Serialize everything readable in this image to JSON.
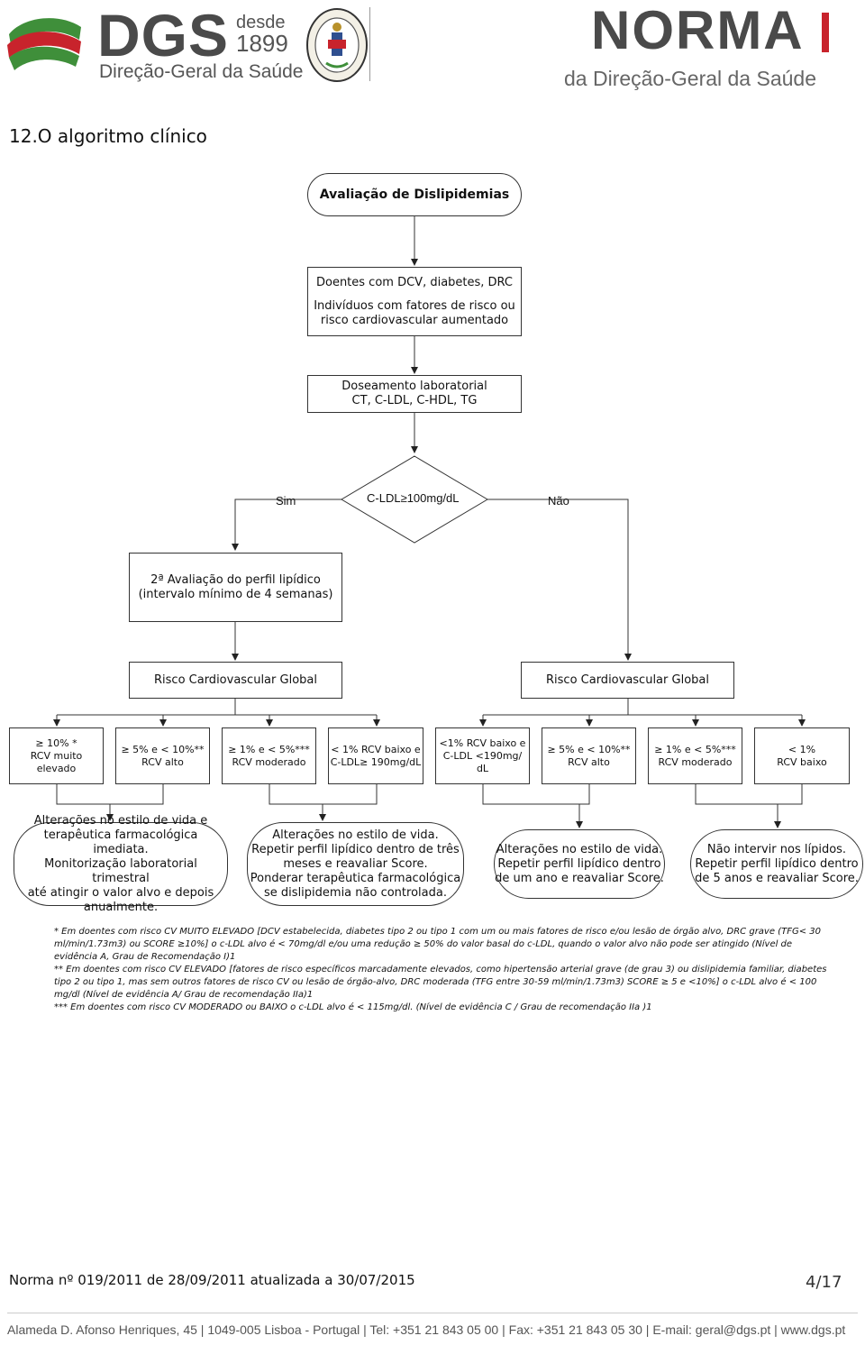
{
  "header": {
    "dgs_logo_text": "DGS",
    "dgs_desde": "desde",
    "dgs_year": "1899",
    "dgs_subtitle": "Direção-Geral da Saúde",
    "norma_title": "NORMA",
    "norma_subtitle": "da Direção-Geral da Saúde",
    "colors": {
      "dgs_green": "#3f8f3a",
      "dgs_red": "#c8232c",
      "dgs_grey": "#4a4a4a"
    }
  },
  "section_title": "12.O algoritmo clínico",
  "flowchart": {
    "start": "Avaliação de Dislipidemias",
    "population": {
      "line1": "Doentes com DCV, diabetes, DRC",
      "line2": "Indivíduos com fatores de risco ou",
      "line3": "risco cardiovascular aumentado"
    },
    "lab": {
      "line1": "Doseamento laboratorial",
      "line2": "CT, C-LDL, C-HDL, TG"
    },
    "decision": "C-LDL≥100mg/dL",
    "yes_label": "Sim",
    "no_label": "Não",
    "second_eval": {
      "line1": "2ª Avaliação do perfil lipídico",
      "line2": "(intervalo mínimo de 4 semanas)"
    },
    "risk_left": "Risco Cardiovascular Global",
    "risk_right": "Risco Cardiovascular Global",
    "categories": [
      {
        "line1": "≥ 10% *",
        "line2": "RCV muito",
        "line3": "elevado"
      },
      {
        "line1": "≥ 5% e < 10%**",
        "line2": "RCV alto"
      },
      {
        "line1": "≥ 1% e < 5%***",
        "line2": "RCV moderado"
      },
      {
        "line1": "< 1% RCV baixo  e",
        "line2": "C-LDL≥ 190mg/dL"
      },
      {
        "line1": "<1%  RCV baixo e",
        "line2": "C-LDL  <190mg/",
        "line3": "dL"
      },
      {
        "line1": "≥ 5% e < 10%**",
        "line2": "RCV alto"
      },
      {
        "line1": "≥ 1% e < 5%***",
        "line2": "RCV moderado"
      },
      {
        "line1": "< 1%",
        "line2": "RCV baixo"
      }
    ],
    "actions": [
      {
        "lines": [
          "Alterações no estilo de vida e",
          "terapêutica farmacológica imediata.",
          "Monitorização laboratorial trimestral",
          "até atingir o valor alvo e depois",
          "anualmente."
        ]
      },
      {
        "lines": [
          "Alterações no estilo de vida.",
          "Repetir perfil lipídico dentro de três",
          "meses e reavaliar Score.",
          "Ponderar terapêutica farmacológica",
          "se dislipidemia não controlada."
        ]
      },
      {
        "lines": [
          "Alterações no estilo de vida.",
          "Repetir perfil lipídico dentro",
          "de um ano e reavaliar Score."
        ]
      },
      {
        "lines": [
          "Não intervir nos lípidos.",
          "Repetir perfil lipídico dentro",
          "de 5 anos e reavaliar Score."
        ]
      }
    ]
  },
  "footnotes": [
    "* Em doentes com risco CV MUITO ELEVADO [DCV estabelecida, diabetes tipo 2 ou tipo 1 com um ou mais fatores de risco e/ou lesão de órgão alvo, DRC grave (TFG< 30 ml/min/1.73m3) ou SCORE ≥10%] o c-LDL alvo é < 70mg/dl e/ou uma redução ≥ 50% do valor basal do c-LDL, quando o valor alvo não pode ser atingido (Nível de evidência A, Grau de Recomendação I)1",
    "** Em doentes com risco CV ELEVADO [fatores de risco específicos marcadamente elevados, como hipertensão arterial grave (de grau 3) ou dislipidemia familiar, diabetes tipo 2 ou tipo 1, mas sem outros fatores de risco CV ou lesão de órgão-alvo, DRC moderada (TFG entre 30-59 ml/min/1.73m3) SCORE ≥ 5 e <10%] o c-LDL alvo é < 100 mg/dl (Nível de evidência A/ Grau de recomendação IIa)1",
    "*** Em doentes com risco CV MODERADO ou BAIXO o c-LDL alvo é < 115mg/dl. (Nível de evidência C / Grau de recomendação IIa )1"
  ],
  "footer": {
    "norma_ref": "Norma nº 019/2011 de 28/09/2011 atualizada a 30/07/2015",
    "page": "4/17",
    "address": "Alameda D. Afonso Henriques, 45 | 1049-005 Lisboa - Portugal | Tel: +351 21 843 05 00 | Fax: +351 21 843 05 30 | E-mail: geral@dgs.pt | www.dgs.pt"
  }
}
